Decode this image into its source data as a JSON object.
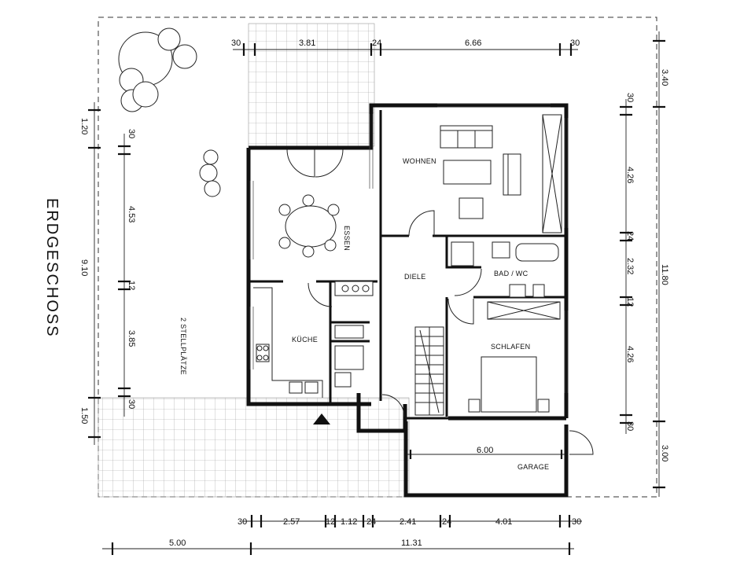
{
  "drawing": {
    "title": "ERDGESCHOSS",
    "rooms": {
      "wohnen": "WOHNEN",
      "essen": "ESSEN",
      "diele": "DIELE",
      "bad_wc": "BAD / WC",
      "kueche": "KÜCHE",
      "schlafen": "SCHLAFEN",
      "garage": "GARAGE",
      "stellplaetze": "2 STELLPLÄTZE"
    },
    "dimensions": {
      "top": [
        "30",
        "3.81",
        "24",
        "6.66",
        "30"
      ],
      "bottom_row1": [
        "30",
        "2.57",
        "12",
        "1.12",
        "24",
        "2.41",
        "24",
        "4.01",
        "30"
      ],
      "bottom_row2": [
        "5.00",
        "11.31"
      ],
      "left_outer": [
        "1.20",
        "9.10",
        "1.50"
      ],
      "left_inner": [
        "30",
        "4.53",
        "12",
        "3.85",
        "30"
      ],
      "right_inner": [
        "30",
        "4.26",
        "24",
        "2.32",
        "12",
        "4.26",
        "30"
      ],
      "right_outer": [
        "3.40",
        "11.80",
        "3.00"
      ],
      "garage_width": "6.00"
    }
  },
  "colors": {
    "line": "#111111",
    "background": "#ffffff"
  }
}
